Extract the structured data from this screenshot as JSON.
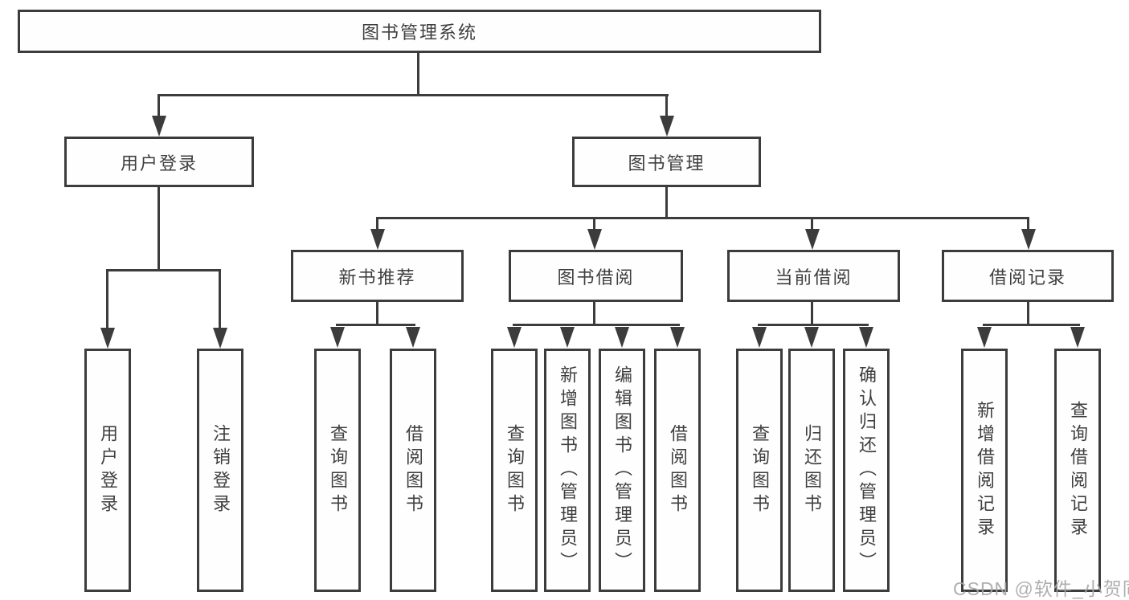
{
  "diagram": {
    "root": {
      "label": "图书管理系统"
    },
    "level2": [
      {
        "label": "用户登录"
      },
      {
        "label": "图书管理"
      }
    ],
    "level3": [
      {
        "label": "新书推荐",
        "parent": "图书管理"
      },
      {
        "label": "图书借阅",
        "parent": "图书管理"
      },
      {
        "label": "当前借阅",
        "parent": "图书管理"
      },
      {
        "label": "借阅记录",
        "parent": "图书管理"
      }
    ],
    "leaves": [
      {
        "label": "用户登录",
        "parent": "用户登录"
      },
      {
        "label": "注销登录",
        "parent": "用户登录"
      },
      {
        "label": "查询图书",
        "parent": "新书推荐"
      },
      {
        "label": "借阅图书",
        "parent": "新书推荐"
      },
      {
        "label": "查询图书",
        "parent": "图书借阅"
      },
      {
        "label": "新增图书（管理员）",
        "parent": "图书借阅"
      },
      {
        "label": "编辑图书（管理员）",
        "parent": "图书借阅"
      },
      {
        "label": "借阅图书",
        "parent": "图书借阅"
      },
      {
        "label": "查询图书",
        "parent": "当前借阅"
      },
      {
        "label": "归还图书",
        "parent": "当前借阅"
      },
      {
        "label": "确认归还（管理员）",
        "parent": "当前借阅"
      },
      {
        "label": "新增借阅记录",
        "parent": "借阅记录"
      },
      {
        "label": "查询借阅记录",
        "parent": "借阅记录"
      }
    ]
  },
  "watermark": {
    "text": "CSDN @软件_小贺同学"
  },
  "colors": {
    "line": "#3c3c3c",
    "text": "#3f3f3f",
    "background": "#ffffff",
    "watermark": "#a6a6a6"
  }
}
